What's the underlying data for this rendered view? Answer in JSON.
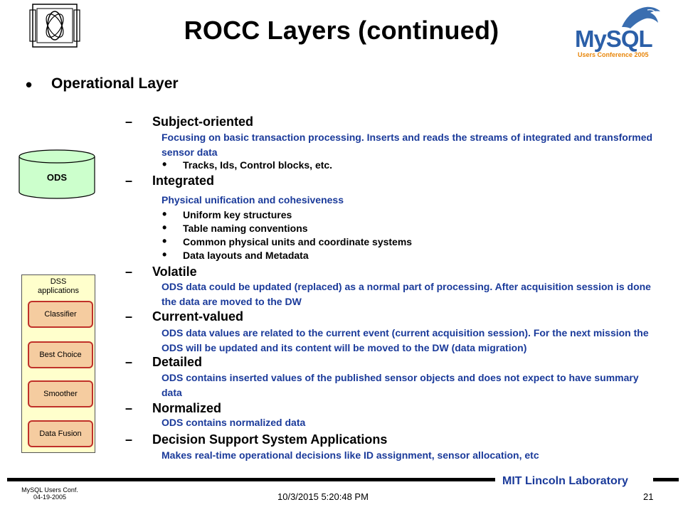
{
  "header": {
    "title": "ROCC Layers (continued)",
    "mysql_logo_text": "MySQL",
    "mysql_logo_sub": "Users Conference 2005"
  },
  "main_bullet": "Operational Layer",
  "dash": "–",
  "bullet": "•",
  "sections": [
    {
      "heading": "Subject-oriented",
      "desc": "Focusing on basic transaction processing. Inserts and reads the streams of integrated and transformed sensor data",
      "items": [
        "Tracks, Ids, Control blocks, etc."
      ]
    },
    {
      "heading": "Integrated",
      "desc": "Physical unification and cohesiveness",
      "items": [
        "Uniform key structures",
        "Table naming conventions",
        "Common physical units and coordinate systems",
        "Data layouts and Metadata"
      ]
    },
    {
      "heading": "Volatile",
      "desc": "ODS data could be updated (replaced) as a normal part of processing. After acquisition session is done the data are moved to the DW"
    },
    {
      "heading": "Current-valued",
      "desc": "ODS data values are related to the current event  (current acquisition session). For the next mission the ODS will be updated and its content will be moved to the DW (data migration)"
    },
    {
      "heading": "Detailed",
      "desc": "ODS contains inserted values of the published sensor objects and does not expect to have summary data"
    },
    {
      "heading": "Normalized",
      "desc": "ODS contains normalized data"
    },
    {
      "heading": "Decision Support System Applications",
      "desc": "Makes real-time operational decisions like ID assignment, sensor allocation, etc"
    }
  ],
  "diagram": {
    "ods_label": "ODS",
    "dss_label_line1": "DSS",
    "dss_label_line2": "applications",
    "buttons": [
      "Classifier",
      "Best Choice",
      "Smoother",
      "Data Fusion"
    ]
  },
  "footer": {
    "lab": "MIT Lincoln Laboratory",
    "conf_line1": "MySQL Users Conf.",
    "conf_line2": "04-19-2005",
    "date": "10/3/2015 5:20:48 PM",
    "page": "21"
  },
  "colors": {
    "desc_blue": "#1a3a9a",
    "dss_panel": "#ffffcc",
    "dss_button_fill": "#f5cca0",
    "dss_button_border": "#c0302a",
    "mysql_blue": "#2b5fa8",
    "mysql_orange": "#e8860a"
  }
}
